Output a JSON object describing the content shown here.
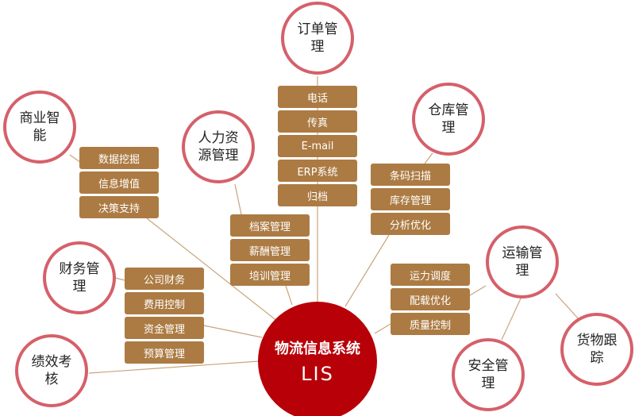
{
  "center": {
    "title": "物流信息系统",
    "subtitle": "LIS",
    "color": "#b70007"
  },
  "colors": {
    "ring": "#d5606a",
    "box": "#ac7b43",
    "line": "#c9a47c"
  },
  "nodes": {
    "order": {
      "label": "订单管理",
      "items": [
        "电话",
        "传真",
        "E-mail",
        "ERP系统",
        "归档"
      ]
    },
    "bi": {
      "label": "商业智能",
      "items": [
        "数据挖掘",
        "信息增值",
        "决策支持"
      ]
    },
    "hr": {
      "label": "人力资源管理",
      "items": [
        "档案管理",
        "薪酬管理",
        "培训管理"
      ]
    },
    "warehouse": {
      "label": "仓库管理",
      "items": [
        "条码扫描",
        "库存管理",
        "分析优化"
      ]
    },
    "finance": {
      "label": "财务管理",
      "items": [
        "公司财务",
        "费用控制",
        "资金管理",
        "预算管理"
      ]
    },
    "transport": {
      "label": "运输管理",
      "items": [
        "运力调度",
        "配载优化",
        "质量控制"
      ]
    },
    "kpi": {
      "label": "绩效考核"
    },
    "safety": {
      "label": "安全管理"
    },
    "tracking": {
      "label": "货物跟踪"
    }
  }
}
